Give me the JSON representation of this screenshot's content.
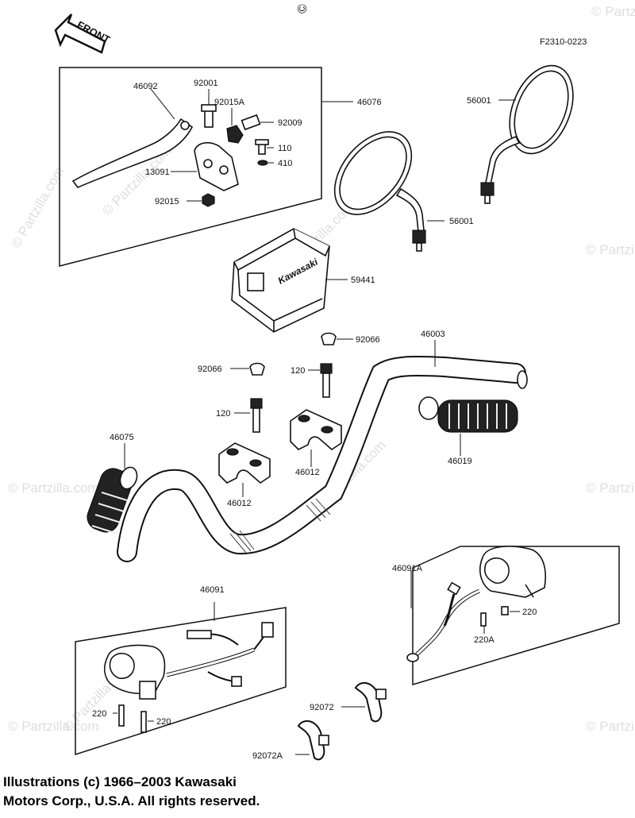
{
  "header": {
    "front_arrow_text": "FRONT",
    "ref_code": "F2310-0223",
    "top_mark": "©"
  },
  "watermark": "© Partzilla.com",
  "parts": {
    "p46092": "46092",
    "p92001": "92001",
    "p92015A": "92015A",
    "p46076": "46076",
    "p92009": "92009",
    "p110": "110",
    "p410": "410",
    "p13091": "13091",
    "p92015": "92015",
    "p56001_right": "56001",
    "p56001_left": "56001",
    "p59441": "59441",
    "p59441_logo": "Kawasaki",
    "p92066_a": "92066",
    "p46003": "46003",
    "p92066_b": "92066",
    "p120_a": "120",
    "p120_b": "120",
    "p46019": "46019",
    "p46075": "46075",
    "p46012_a": "46012",
    "p46012_b": "46012",
    "p46091A": "46091A",
    "p220_r": "220",
    "p220A": "220A",
    "p46091": "46091",
    "p220_l1": "220",
    "p220_l2": "220",
    "p92072": "92072",
    "p92072A": "92072A"
  },
  "footer": {
    "line1": "Illustrations (c) 1966–2003 Kawasaki",
    "line2": "Motors Corp., U.S.A.  All rights reserved."
  }
}
